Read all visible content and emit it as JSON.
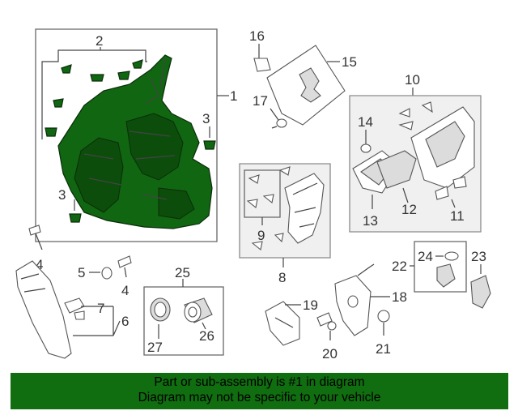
{
  "diagram": {
    "callouts": {
      "c1": "1",
      "c2": "2",
      "c3a": "3",
      "c3b": "3",
      "c4a": "4",
      "c4b": "4",
      "c5": "5",
      "c6": "6",
      "c7": "7",
      "c8": "8",
      "c9": "9",
      "c10": "10",
      "c11": "11",
      "c12": "12",
      "c13": "13",
      "c14": "14",
      "c15": "15",
      "c16": "16",
      "c17": "17",
      "c18": "18",
      "c19": "19",
      "c20": "20",
      "c21": "21",
      "c22": "22",
      "c23": "23",
      "c24": "24",
      "c25": "25",
      "c26": "26",
      "c27": "27"
    },
    "highlight_color": "#116611"
  },
  "banner": {
    "line1": "Part or sub-assembly is #1 in diagram",
    "line2": "Diagram may not be specific to your vehicle",
    "color": "#106d10"
  }
}
